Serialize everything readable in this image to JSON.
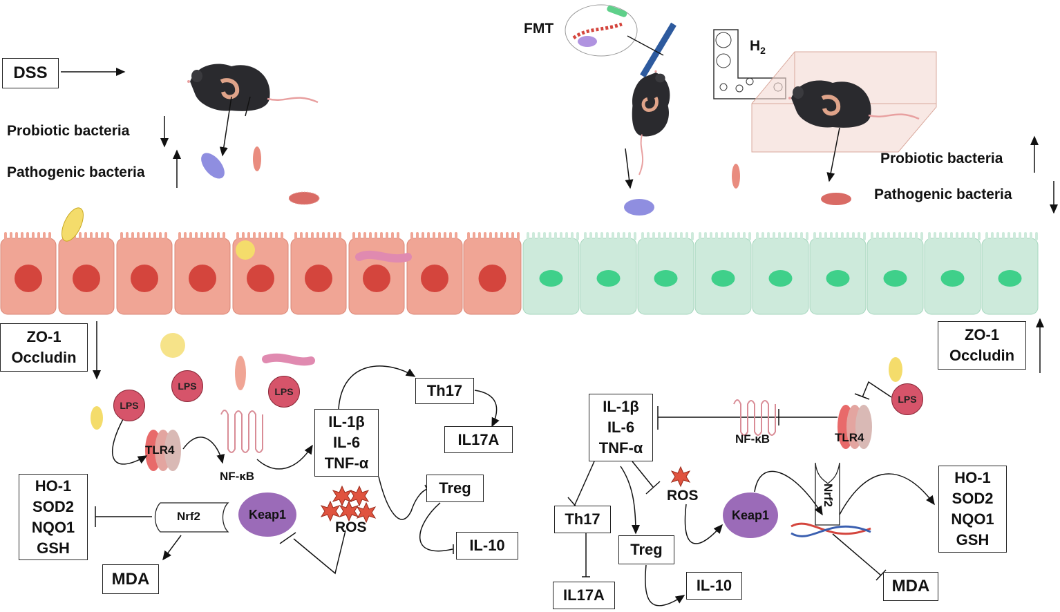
{
  "left": {
    "dss": "DSS",
    "probiotic": "Probiotic bacteria",
    "pathogenic": "Pathogenic bacteria",
    "tight_junction": [
      "ZO-1",
      "Occludin"
    ],
    "lps": "LPS",
    "tlr4": "TLR4",
    "nfkb": "NF-κB",
    "cytokines": [
      "IL-1β",
      "IL-6",
      "TNF-α"
    ],
    "th17": "Th17",
    "il17a": "IL17A",
    "treg": "Treg",
    "il10": "IL-10",
    "ros": "ROS",
    "keap1": "Keap1",
    "nrf2": "Nrf2",
    "antioxidants": [
      "HO-1",
      "SOD2",
      "NQO1",
      "GSH"
    ],
    "mda": "MDA"
  },
  "right": {
    "fmt": "FMT",
    "h2": "H",
    "h2_sub": "2",
    "probiotic": "Probiotic bacteria",
    "pathogenic": "Pathogenic bacteria",
    "tight_junction": [
      "ZO-1",
      "Occludin"
    ],
    "lps": "LPS",
    "tlr4": "TLR4",
    "nfkb": "NF-κB",
    "cytokines": [
      "IL-1β",
      "IL-6",
      "TNF-α"
    ],
    "th17": "Th17",
    "il17a": "IL17A",
    "treg": "Treg",
    "il10": "IL-10",
    "ros": "ROS",
    "keap1": "Keap1",
    "nrf2": "Nrf2",
    "antioxidants": [
      "HO-1",
      "SOD2",
      "NQO1",
      "GSH"
    ],
    "mda": "MDA"
  },
  "colors": {
    "inflamed_cell": "#f0a595",
    "inflamed_nucleus": "#d4453d",
    "healthy_cell": "#cdeadb",
    "healthy_nucleus": "#3fd08a",
    "lps": "#d6546a",
    "keap1": "#9b6bb8",
    "ros": "#e0533f",
    "mouse": "#2a2a2e"
  }
}
